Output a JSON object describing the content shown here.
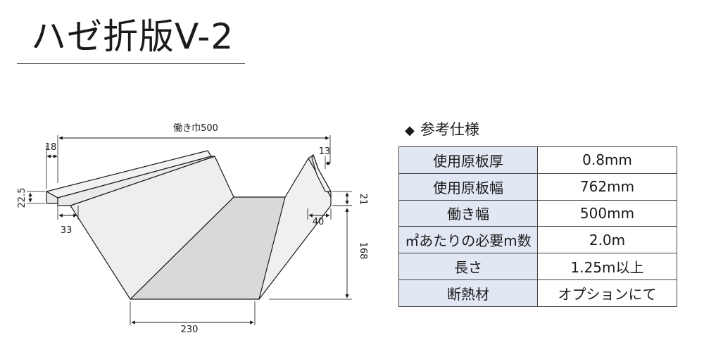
{
  "title": "ハゼ折版V-2",
  "spec": {
    "heading_icon": "◆",
    "heading": "参考仕様",
    "rows": [
      {
        "label": "使用原板厚",
        "value": "0.8mm"
      },
      {
        "label": "使用原板幅",
        "value": "762mm"
      },
      {
        "label": "働き幅",
        "value": "500mm"
      },
      {
        "label": "㎡あたりの必要m数",
        "value": "2.0m"
      },
      {
        "label": "長さ",
        "value": "1.25m以上"
      },
      {
        "label": "断熱材",
        "value": "オプションにて"
      }
    ]
  },
  "dimensions": {
    "working_width": "働き巾500",
    "top_seam": "18",
    "left_height": "22.5",
    "left_offset": "33",
    "right_top": "13",
    "right_height": "21",
    "right_offset": "40",
    "total_height": "168",
    "bottom_width": "230"
  }
}
